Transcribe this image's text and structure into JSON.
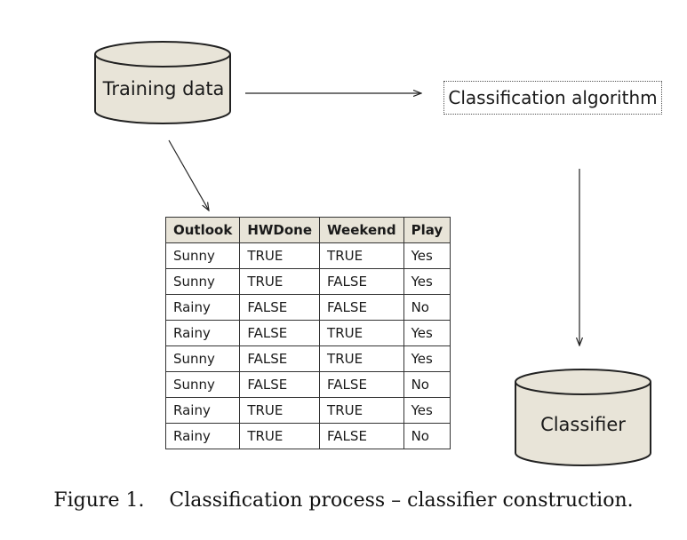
{
  "nodes": {
    "training": {
      "label": "Training data"
    },
    "algorithm": {
      "label": "Classification algorithm"
    },
    "classifier": {
      "label": "Classifier"
    }
  },
  "table": {
    "headers": [
      "Outlook",
      "HWDone",
      "Weekend",
      "Play"
    ],
    "rows": [
      [
        "Sunny",
        "TRUE",
        "TRUE",
        "Yes"
      ],
      [
        "Sunny",
        "TRUE",
        "FALSE",
        "Yes"
      ],
      [
        "Rainy",
        "FALSE",
        "FALSE",
        "No"
      ],
      [
        "Rainy",
        "FALSE",
        "TRUE",
        "Yes"
      ],
      [
        "Sunny",
        "FALSE",
        "TRUE",
        "Yes"
      ],
      [
        "Sunny",
        "FALSE",
        "FALSE",
        "No"
      ],
      [
        "Rainy",
        "TRUE",
        "TRUE",
        "Yes"
      ],
      [
        "Rainy",
        "TRUE",
        "FALSE",
        "No"
      ]
    ]
  },
  "caption": "Figure 1.    Classification process – classifier construction.",
  "colors": {
    "cylinder_fill": "#e8e4d8",
    "header_fill": "#e8e4d8",
    "stroke": "#222222"
  }
}
